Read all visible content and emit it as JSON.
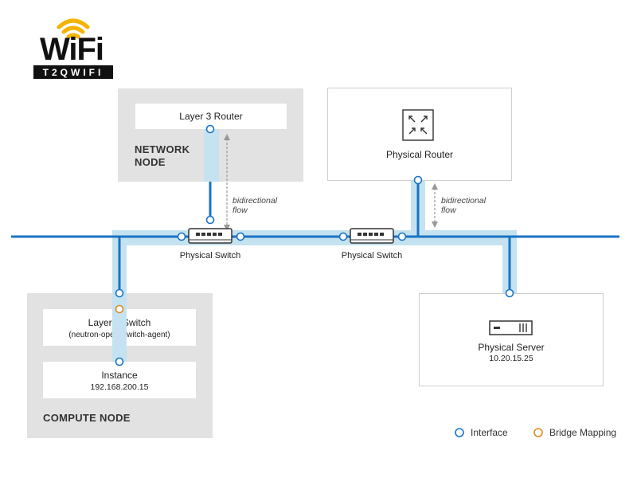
{
  "logo": {
    "word": "WiFi",
    "subtitle": "T2QWIFI"
  },
  "network_node": {
    "title_line1": "NETWORK",
    "title_line2": "NODE",
    "router_label": "Layer 3 Router"
  },
  "physical_router": {
    "label": "Physical Router"
  },
  "compute_node": {
    "title": "COMPUTE NODE",
    "l2_switch_label": "Layer 2 Switch",
    "l2_switch_sub": "(neutron-openvswitch-agent)",
    "instance_label": "Instance",
    "instance_ip": "192.168.200.15"
  },
  "physical_server": {
    "label": "Physical Server",
    "ip": "10.20.15.25"
  },
  "switches": {
    "left_label": "Physical Switch",
    "right_label": "Physical Switch"
  },
  "flows": {
    "left_line1": "bidirectional",
    "left_line2": "flow",
    "right_line1": "bidirectional",
    "right_line2": "flow"
  },
  "legend": {
    "interface_label": "Interface",
    "bridge_label": "Bridge Mapping"
  },
  "colors": {
    "wire": "#1a73c4",
    "highlight": "#c4e2ef",
    "interface": "#1a73c4",
    "bridge": "#e08a1e",
    "node_bg": "#e2e2e2"
  }
}
